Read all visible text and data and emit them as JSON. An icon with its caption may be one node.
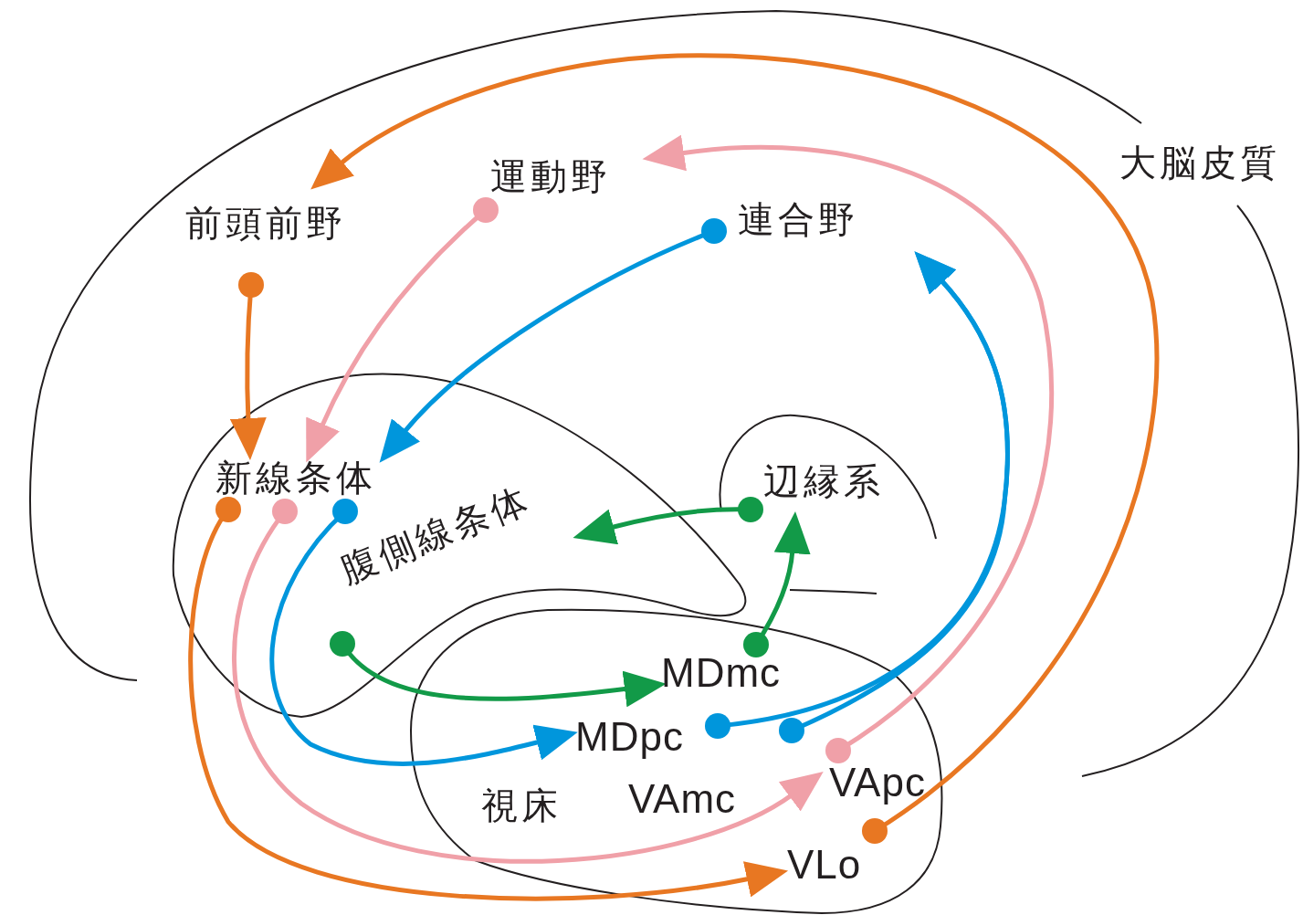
{
  "diagram": {
    "nodes": [
      {
        "text": [
          "前頭前野"
        ]
      },
      {
        "text": [
          "運動野"
        ]
      },
      {
        "text": [
          "連合野"
        ]
      },
      {
        "text": [
          "新線条体"
        ]
      },
      {
        "text": [
          "腹側線条体"
        ]
      },
      {
        "text": [
          "辺縁系"
        ]
      },
      {
        "text": [
          "MDmc"
        ]
      },
      {
        "text": [
          "MDpc"
        ]
      },
      {
        "text": [
          "VAmc"
        ]
      },
      {
        "text": [
          "VApc"
        ]
      },
      {
        "text": [
          "VLo"
        ]
      }
    ],
    "edges": [
      {
        "from": 10,
        "to": 0,
        "arrow": "to",
        "color": "#e87722"
      },
      {
        "from": 0,
        "to": 3,
        "arrow": "to",
        "color": "#e87722"
      },
      {
        "from": 3,
        "to": 10,
        "arrow": "to",
        "color": "#e87722"
      },
      {
        "from": 9,
        "to": 1,
        "arrow": "to",
        "color": "#f0a0a8"
      },
      {
        "from": 1,
        "to": 3,
        "arrow": "to",
        "color": "#f0a0a8"
      },
      {
        "from": 3,
        "to": 9,
        "arrow": "to",
        "color": "#f0a0a8"
      },
      {
        "from": 2,
        "to": 3,
        "arrow": "to",
        "color": "#0096dc"
      },
      {
        "from": 3,
        "to": 7,
        "arrow": "to",
        "color": "#0096dc"
      },
      {
        "from": 7,
        "to": 2,
        "arrow": "to",
        "color": "#0096dc"
      },
      {
        "from": 6,
        "to": 2,
        "arrow": "to",
        "color": "#0096dc"
      },
      {
        "from": 4,
        "to": 6,
        "arrow": "to",
        "color": "#129a48"
      },
      {
        "from": 6,
        "to": 5,
        "arrow": "to",
        "color": "#129a48"
      },
      {
        "from": 5,
        "to": 4,
        "arrow": "to",
        "color": "#129a48"
      }
    ],
    "labels": [
      "大脳皮質",
      "視床"
    ]
  }
}
